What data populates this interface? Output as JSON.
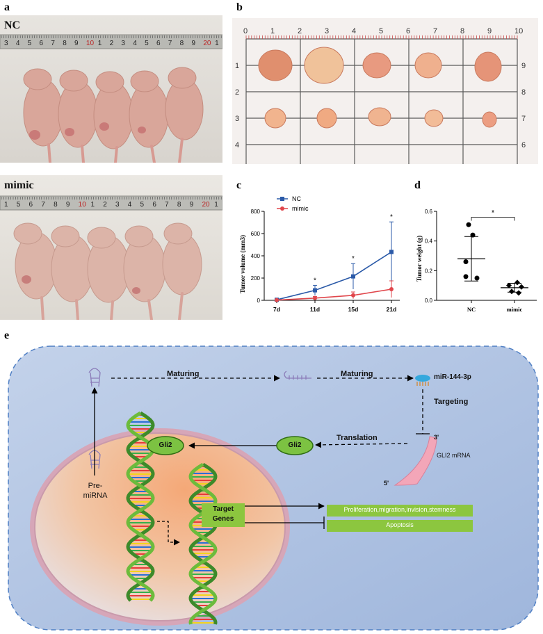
{
  "panels": {
    "a": "a",
    "b": "b",
    "c": "c",
    "d": "d",
    "e": "e"
  },
  "photos": {
    "nc_label": "NC",
    "mimic_label": "mimic"
  },
  "ruler_top": [
    "3",
    "4",
    "5",
    "6",
    "7",
    "8",
    "9",
    "10",
    "1",
    "2",
    "3",
    "4",
    "5",
    "6",
    "7",
    "8",
    "9",
    "20",
    "1"
  ],
  "ruler_bottom": [
    "1",
    "5",
    "6",
    "7",
    "8",
    "9",
    "10",
    "1",
    "2",
    "3",
    "4",
    "5",
    "6",
    "7",
    "8",
    "9",
    "20",
    "1"
  ],
  "grid": {
    "top_nums": [
      "0",
      "1",
      "2",
      "3",
      "4",
      "5",
      "6",
      "7",
      "8",
      "9",
      "10"
    ],
    "left_nums": [
      "1",
      "2",
      "3",
      "4"
    ],
    "right_nums": [
      "9",
      "8",
      "7",
      "6"
    ]
  },
  "colors": {
    "nc": "#2b5aa8",
    "mimic": "#e0464b",
    "box_green": "#8cc63f",
    "nucleus": "#f2b488"
  },
  "chart_data": [
    {
      "type": "line",
      "panel": "c",
      "ylabel": "Tumor volume (mm3)",
      "xlabel": "",
      "categories": [
        "7d",
        "11d",
        "15d",
        "21d"
      ],
      "ylim": [
        0,
        800
      ],
      "yticks": [
        "0",
        "200",
        "400",
        "600",
        "800"
      ],
      "legend": "top-left",
      "series": [
        {
          "name": "NC",
          "values": [
            5,
            90,
            215,
            435
          ],
          "err": [
            5,
            45,
            115,
            270
          ]
        },
        {
          "name": "mimic",
          "values": [
            2,
            20,
            45,
            100
          ],
          "err": [
            2,
            15,
            30,
            75
          ]
        }
      ],
      "annotations": [
        "*",
        "*",
        "*"
      ]
    },
    {
      "type": "scatter",
      "panel": "d",
      "ylabel": "Tumor weight (g)",
      "categories": [
        "NC",
        "mimic"
      ],
      "ylim": [
        0,
        0.6
      ],
      "yticks": [
        "0.0",
        "0.2",
        "0.4",
        "0.6"
      ],
      "series": [
        {
          "name": "NC",
          "values": [
            0.51,
            0.44,
            0.26,
            0.16,
            0.15
          ],
          "mean": 0.28,
          "sd": 0.15
        },
        {
          "name": "mimic",
          "values": [
            0.12,
            0.1,
            0.09,
            0.06,
            0.05
          ],
          "mean": 0.085,
          "sd": 0.03
        }
      ],
      "significance": "*"
    }
  ],
  "diagram": {
    "maturing1": "Maturing",
    "maturing2": "Maturing",
    "mirna": "miR-144-3p",
    "targeting": "Targeting",
    "translation": "Translation",
    "gli2_a": "Gli2",
    "gli2_b": "Gli2",
    "mrna": "GLI2 mRNA",
    "three_prime": "3'",
    "five_prime": "5'",
    "pre_line1": "Pre-",
    "pre_line2": "miRNA",
    "target_line1": "Target",
    "target_line2": "Genes",
    "outcome1": "Proliferation,migration,invision,stemness",
    "outcome2": "Apoptosis"
  }
}
